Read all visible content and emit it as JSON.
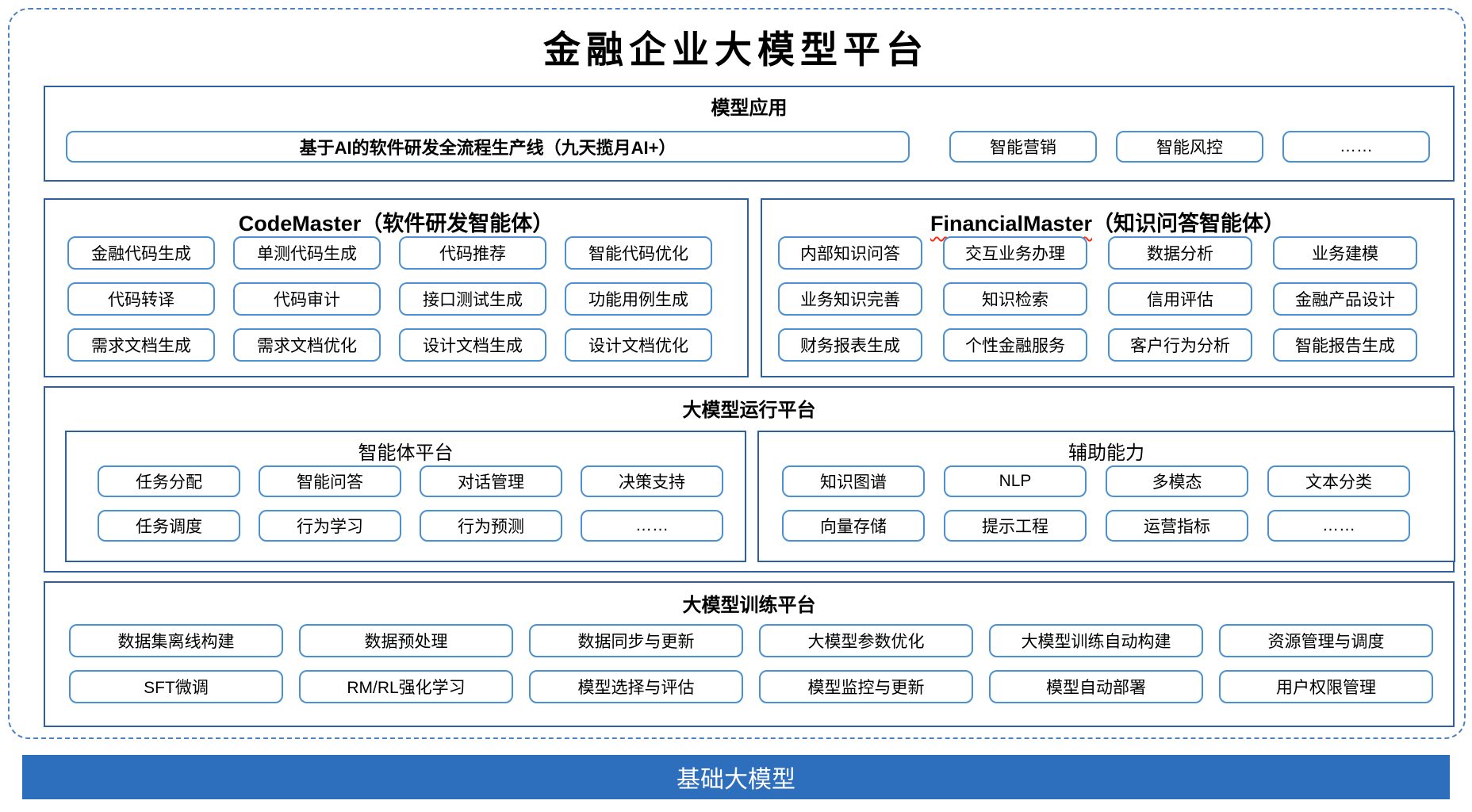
{
  "page": {
    "title": "金融企业大模型平台",
    "foundation_bar": "基础大模型"
  },
  "colors": {
    "frame_dashed": "#4f81bd",
    "box_border": "#2e5f9e",
    "pill_border": "#4a90d2",
    "foundation_bg": "#2e6fbd",
    "spellcheck_wavy": "#ff2d16"
  },
  "sections": {
    "model_app": {
      "title": "模型应用",
      "main_pill": "基于AI的软件研发全流程生产线（九天揽月AI+）",
      "pills": [
        "智能营销",
        "智能风控",
        "……"
      ]
    },
    "code_master": {
      "title_en": "CodeMaster",
      "title_cn": "（软件研发智能体）",
      "items": [
        "金融代码生成",
        "单测代码生成",
        "代码推荐",
        "智能代码优化",
        "代码转译",
        "代码审计",
        "接口测试生成",
        "功能用例生成",
        "需求文档生成",
        "需求文档优化",
        "设计文档生成",
        "设计文档优化"
      ]
    },
    "financial_master": {
      "title_en": "FinancialMaster",
      "title_cn": "（知识问答智能体）",
      "items": [
        "内部知识问答",
        "交互业务办理",
        "数据分析",
        "业务建模",
        "业务知识完善",
        "知识检索",
        "信用评估",
        "金融产品设计",
        "财务报表生成",
        "个性金融服务",
        "客户行为分析",
        "智能报告生成"
      ]
    },
    "runtime": {
      "title": "大模型运行平台",
      "agent_platform": {
        "title": "智能体平台",
        "items": [
          "任务分配",
          "智能问答",
          "对话管理",
          "决策支持",
          "任务调度",
          "行为学习",
          "行为预测",
          "……"
        ]
      },
      "aux": {
        "title": "辅助能力",
        "items": [
          "知识图谱",
          "NLP",
          "多模态",
          "文本分类",
          "向量存储",
          "提示工程",
          "运营指标",
          "……"
        ]
      }
    },
    "training": {
      "title": "大模型训练平台",
      "items": [
        "数据集离线构建",
        "数据预处理",
        "数据同步与更新",
        "大模型参数优化",
        "大模型训练自动构建",
        "资源管理与调度",
        "SFT微调",
        "RM/RL强化学习",
        "模型选择与评估",
        "模型监控与更新",
        "模型自动部署",
        "用户权限管理"
      ]
    }
  }
}
